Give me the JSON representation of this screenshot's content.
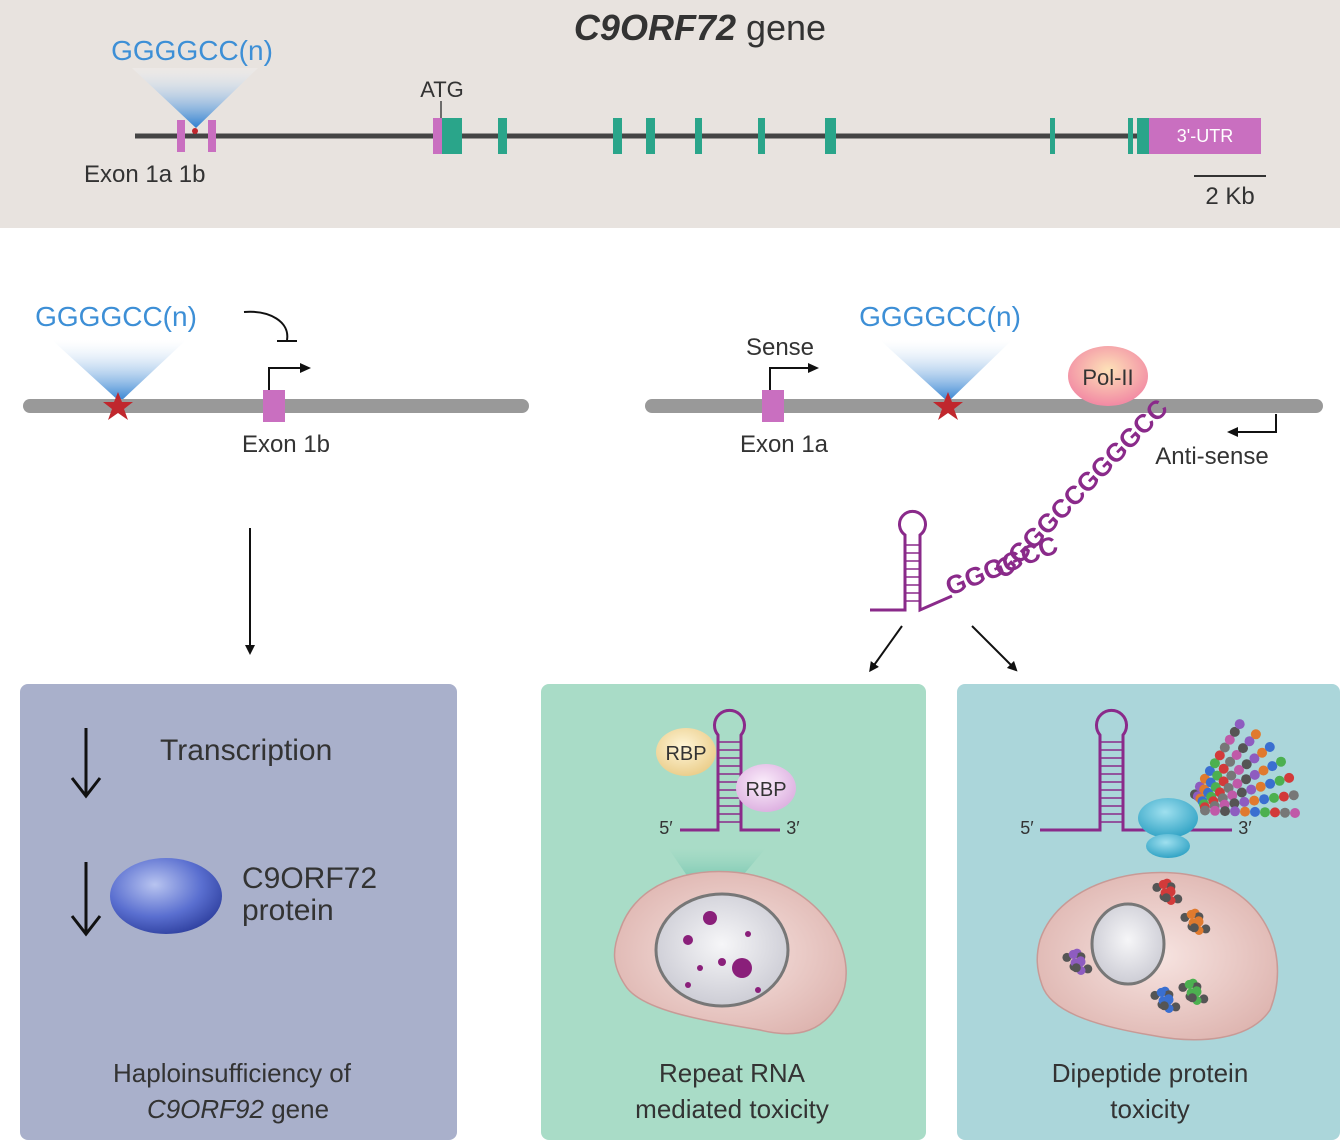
{
  "gene_panel": {
    "title_italic": "C9ORF72",
    "title_rest": " gene",
    "repeat": "GGGGCC(n)",
    "atg": "ATG",
    "exon_label": "Exon  1a 1b",
    "utr": "3'-UTR",
    "scale": "2 Kb"
  },
  "left_mechanism": {
    "repeat": "GGGGCC(n)",
    "exon": "Exon 1b"
  },
  "right_mechanism": {
    "sense": "Sense",
    "repeat": "GGGGCC(n)",
    "polymerase": "Pol-II",
    "exon": "Exon 1a",
    "antisense": "Anti-sense",
    "rna_diag": "GGGGCCGGGGCC",
    "rna_lower": "GGGGCC"
  },
  "box_haplo": {
    "transcription": "Transcription",
    "protein_line1": "C9ORF72",
    "protein_line2": "protein",
    "caption_line1": "Haploinsufficiency of",
    "caption_italic": "C9ORF92",
    "caption_rest": " gene"
  },
  "box_rna": {
    "rbp1": "RBP",
    "rbp2": "RBP",
    "five": "5′",
    "three": "3′",
    "caption_line1": "Repeat RNA",
    "caption_line2": "mediated toxicity"
  },
  "box_dipeptide": {
    "five": "5′",
    "three": "3′",
    "caption_line1": "Dipeptide protein",
    "caption_line2": "toxicity"
  },
  "colors": {
    "exon_pink": "#c96fc0",
    "exon_teal": "#2aa58a",
    "repeat_blue": "#3d8fd6",
    "rna_purple": "#8a2a8a",
    "star_red": "#c0272d",
    "panel_gray": "#e8e3df",
    "box_haplo": "#a9b0cb",
    "box_rna": "#a9dcc7",
    "box_dipeptide": "#abd6da"
  }
}
